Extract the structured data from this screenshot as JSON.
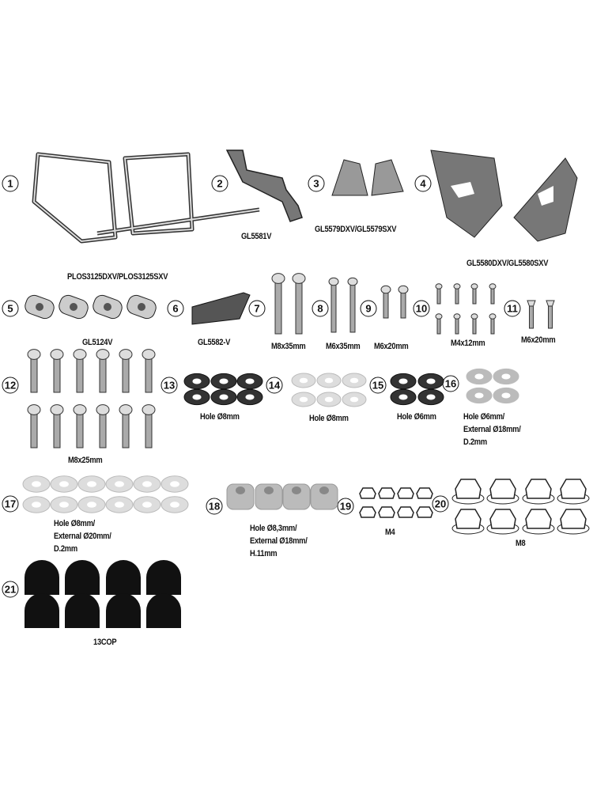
{
  "items": [
    {
      "n": "1",
      "label": "PLOS3125DXV/PLOS3125SXV"
    },
    {
      "n": "2",
      "label": "GL5581V"
    },
    {
      "n": "3",
      "label": "GL5579DXV/GL5579SXV"
    },
    {
      "n": "4",
      "label": "GL5580DXV/GL5580SXV"
    },
    {
      "n": "5",
      "label": "GL5124V"
    },
    {
      "n": "6",
      "label": "GL5582-V"
    },
    {
      "n": "7",
      "label": "M8x35mm"
    },
    {
      "n": "8",
      "label": "M6x35mm"
    },
    {
      "n": "9",
      "label": "M6x20mm"
    },
    {
      "n": "10",
      "label": "M4x12mm"
    },
    {
      "n": "11",
      "label": "M6x20mm"
    },
    {
      "n": "12",
      "label": "M8x25mm"
    },
    {
      "n": "13",
      "label": "Hole Ø8mm"
    },
    {
      "n": "14",
      "label": "Hole Ø8mm"
    },
    {
      "n": "15",
      "label": "Hole Ø6mm"
    },
    {
      "n": "16",
      "label": [
        "Hole Ø6mm/",
        "External Ø18mm/",
        "D.2mm"
      ]
    },
    {
      "n": "17",
      "label": [
        "Hole Ø8mm/",
        "External Ø20mm/",
        "D.2mm"
      ]
    },
    {
      "n": "18",
      "label": [
        "Hole Ø8,3mm/",
        "External Ø18mm/",
        "H.11mm"
      ]
    },
    {
      "n": "19",
      "label": "M4"
    },
    {
      "n": "20",
      "label": "M8"
    },
    {
      "n": "21",
      "label": "13COP"
    }
  ]
}
